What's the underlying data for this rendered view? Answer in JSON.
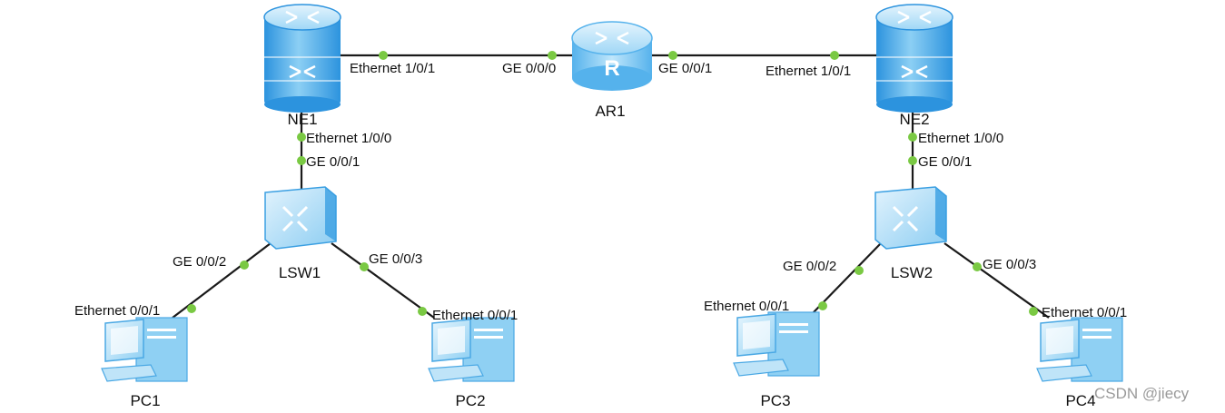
{
  "colors": {
    "link": "#1a1a1a",
    "port_dot": "#7ac943",
    "device_light": "#cfeafb",
    "device_mid": "#7cc6f1",
    "device_dark": "#2c93de",
    "pc_light": "#bfe4f8",
    "pc_dark": "#55ade6"
  },
  "devices": {
    "ne1": {
      "label": "NE1",
      "icon": "router-stack-icon"
    },
    "ar1": {
      "label": "AR1",
      "icon": "router-icon"
    },
    "ne2": {
      "label": "NE2",
      "icon": "router-stack-icon"
    },
    "lsw1": {
      "label": "LSW1",
      "icon": "switch-icon"
    },
    "lsw2": {
      "label": "LSW2",
      "icon": "switch-icon"
    },
    "pc1": {
      "label": "PC1",
      "icon": "pc-icon"
    },
    "pc2": {
      "label": "PC2",
      "icon": "pc-icon"
    },
    "pc3": {
      "label": "PC3",
      "icon": "pc-icon"
    },
    "pc4": {
      "label": "PC4",
      "icon": "pc-icon"
    }
  },
  "ports": {
    "ne1_ar1": "Ethernet 1/0/1",
    "ar1_ne1": "GE 0/0/0",
    "ar1_ne2": "GE 0/0/1",
    "ne2_ar1": "Ethernet 1/0/1",
    "ne1_lsw1": "Ethernet 1/0/0",
    "lsw1_ne1": "GE 0/0/1",
    "ne2_lsw2": "Ethernet 1/0/0",
    "lsw2_ne2": "GE 0/0/1",
    "lsw1_pc1": "GE 0/0/2",
    "lsw1_pc2": "GE 0/0/3",
    "pc1_lsw1": "Ethernet 0/0/1",
    "pc2_lsw1": "Ethernet 0/0/1",
    "lsw2_pc3": "GE 0/0/2",
    "lsw2_pc4": "GE 0/0/3",
    "pc3_lsw2": "Ethernet 0/0/1",
    "pc4_lsw2": "Ethernet 0/0/1"
  },
  "watermark": "CSDN @jiecy"
}
